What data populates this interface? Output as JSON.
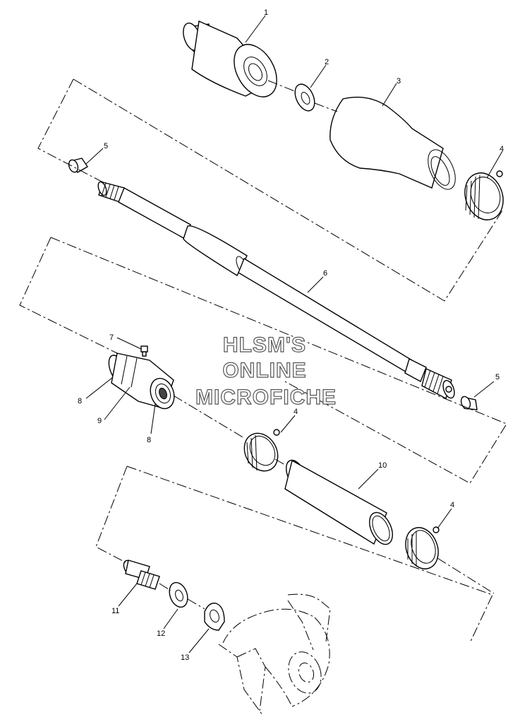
{
  "watermark": {
    "line1": "HLSM'S",
    "line2": "ONLINE",
    "line3": "MICROFICHE"
  },
  "callouts": [
    {
      "id": "c1",
      "text": "1"
    },
    {
      "id": "c2",
      "text": "2"
    },
    {
      "id": "c3",
      "text": "3"
    },
    {
      "id": "c4a",
      "text": "4"
    },
    {
      "id": "c5a",
      "text": "5"
    },
    {
      "id": "c6",
      "text": "6"
    },
    {
      "id": "c5b",
      "text": "5"
    },
    {
      "id": "c7",
      "text": "7"
    },
    {
      "id": "c8a",
      "text": "8"
    },
    {
      "id": "c9",
      "text": "9"
    },
    {
      "id": "c8b",
      "text": "8"
    },
    {
      "id": "c4b",
      "text": "4"
    },
    {
      "id": "c10",
      "text": "10"
    },
    {
      "id": "c4c",
      "text": "4"
    },
    {
      "id": "c11",
      "text": "11"
    },
    {
      "id": "c12",
      "text": "12"
    },
    {
      "id": "c13",
      "text": "13"
    }
  ]
}
